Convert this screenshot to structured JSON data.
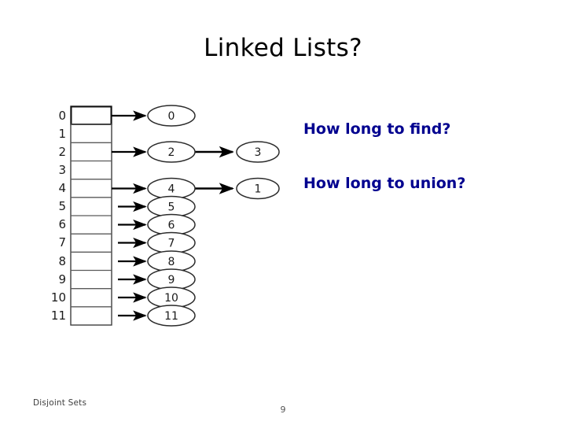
{
  "slide": {
    "title": "Linked Lists?",
    "footer_label": "Disjoint Sets",
    "page_number": "9",
    "background_color": "#ffffff",
    "title_color": "#000000",
    "callout_color": "#00008f"
  },
  "callouts": {
    "find": "How long to find?",
    "union": "How long to union?"
  },
  "diagram": {
    "array_indices": [
      "0",
      "1",
      "2",
      "3",
      "4",
      "5",
      "6",
      "7",
      "8",
      "9",
      "10",
      "11"
    ],
    "first_column_nodes": [
      "0",
      "2",
      "4",
      "5",
      "6",
      "7",
      "8",
      "9",
      "10",
      "11"
    ],
    "second_column_nodes": [
      "3",
      "1"
    ],
    "rows_without_pointer": [
      "1",
      "3"
    ],
    "links": [
      {
        "from": "2",
        "to": "3"
      },
      {
        "from": "4",
        "to": "1"
      }
    ]
  }
}
